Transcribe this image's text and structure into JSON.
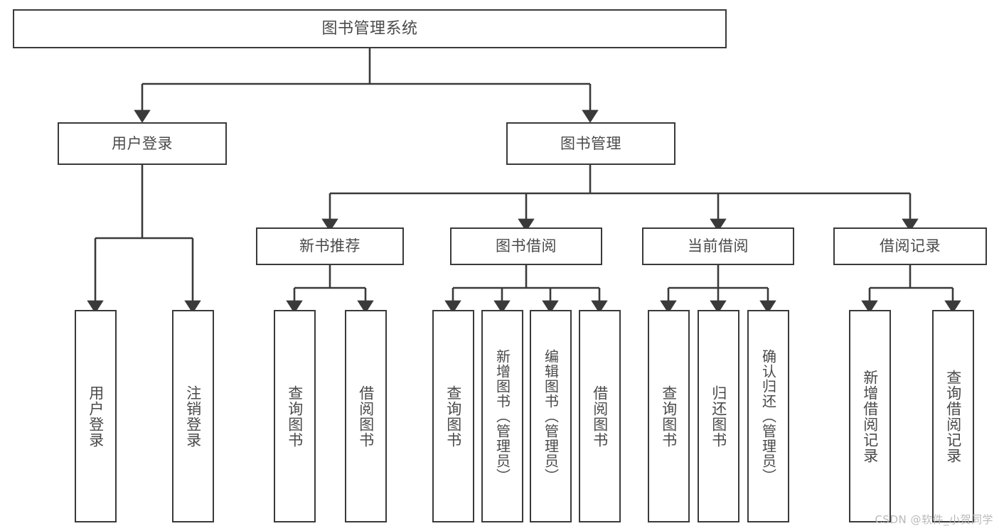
{
  "diagram": {
    "title": "图书管理系统",
    "type": "tree",
    "background_color": "#ffffff",
    "line_color": "#3a3a3a",
    "text_color": "#4a4a4a"
  },
  "nodes": {
    "root": {
      "label": "图书管理系统"
    },
    "level2": [
      {
        "id": "user-login",
        "label": "用户登录"
      },
      {
        "id": "book-manage",
        "label": "图书管理"
      }
    ],
    "level3": [
      {
        "id": "new-book-rec",
        "label": "新书推荐"
      },
      {
        "id": "book-borrow",
        "label": "图书借阅"
      },
      {
        "id": "current-borrow",
        "label": "当前借阅"
      },
      {
        "id": "borrow-record",
        "label": "借阅记录"
      }
    ],
    "leaves": [
      {
        "id": "leaf-user-login",
        "label": "用户登录",
        "parent": "user-login"
      },
      {
        "id": "leaf-logout",
        "label": "注销登录",
        "parent": "user-login"
      },
      {
        "id": "leaf-query-book-1",
        "label": "查询图书",
        "parent": "new-book-rec"
      },
      {
        "id": "leaf-borrow-book-1",
        "label": "借阅图书",
        "parent": "new-book-rec"
      },
      {
        "id": "leaf-query-book-2",
        "label": "查询图书",
        "parent": "book-borrow"
      },
      {
        "id": "leaf-add-book",
        "label": "新增图书（管理员）",
        "parent": "book-borrow"
      },
      {
        "id": "leaf-edit-book",
        "label": "编辑图书（管理员）",
        "parent": "book-borrow"
      },
      {
        "id": "leaf-borrow-book-2",
        "label": "借阅图书",
        "parent": "book-borrow"
      },
      {
        "id": "leaf-query-book-3",
        "label": "查询图书",
        "parent": "current-borrow"
      },
      {
        "id": "leaf-return-book",
        "label": "归还图书",
        "parent": "current-borrow"
      },
      {
        "id": "leaf-confirm-return",
        "label": "确认归还（管理员）",
        "parent": "current-borrow"
      },
      {
        "id": "leaf-add-record",
        "label": "新增借阅记录",
        "parent": "borrow-record"
      },
      {
        "id": "leaf-query-record",
        "label": "查询借阅记录",
        "parent": "borrow-record"
      }
    ]
  },
  "watermark": {
    "text": "CSDN @软件_小贺同学"
  }
}
